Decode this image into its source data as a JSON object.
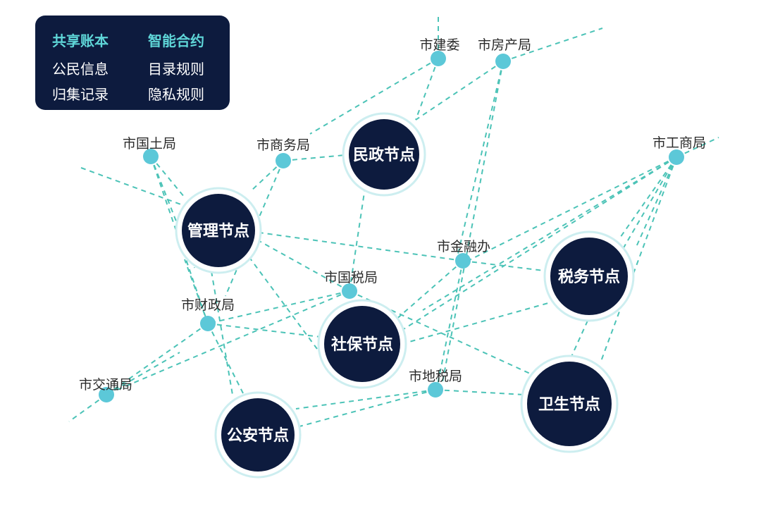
{
  "legend": {
    "headers": [
      "共享账本",
      "智能合约"
    ],
    "left_items": [
      "公民信息",
      "归集记录"
    ],
    "right_items": [
      "目录规则",
      "隐私规则"
    ]
  },
  "core_nodes": [
    "民政节点",
    "管理节点",
    "税务节点",
    "社保节点",
    "卫生节点",
    "公安节点"
  ],
  "agencies": [
    "市建委",
    "市房产局",
    "市国土局",
    "市商务局",
    "市工商局",
    "市金融办",
    "市国税局",
    "市财政局",
    "市交通局",
    "市地税局"
  ],
  "colors": {
    "node_fill": "#0d1b3e",
    "node_ring": "#cdeef0",
    "agency_dot": "#5cc8d8",
    "dashed_line": "#4cc3b7",
    "legend_bg": "#0d1b3e",
    "legend_header": "#5fd6d8"
  }
}
